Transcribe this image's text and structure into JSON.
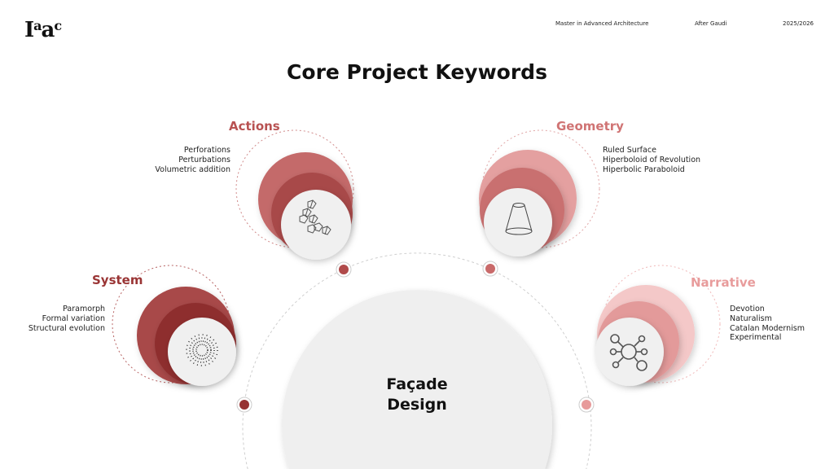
{
  "header": {
    "logo": "Iaac",
    "program": "Master in Advanced Architecture",
    "course": "After Gaudi",
    "year": "2025/2026"
  },
  "title": "Core Project Keywords",
  "center": {
    "line1": "Façade",
    "line2": "Design"
  },
  "keywords": [
    {
      "name": "Actions",
      "color": "#b85252",
      "items": [
        "Perforations",
        "Perturbations",
        "Volumetric addition"
      ],
      "icon": "modular-panels-icon"
    },
    {
      "name": "Geometry",
      "color": "#d07474",
      "items": [
        "Ruled Surface",
        "Hiperboloid of Revolution",
        "Hiperbolic Paraboloid"
      ],
      "icon": "hyperboloid-icon"
    },
    {
      "name": "System",
      "color": "#9a3535",
      "items": [
        "Paramorph",
        "Formal variation",
        "Structural evolution"
      ],
      "icon": "dotted-spiral-icon"
    },
    {
      "name": "Narrative",
      "color": "#e89c9c",
      "items": [
        "Devotion",
        "Naturalism",
        "Catalan Modernism",
        "Experimental"
      ],
      "icon": "network-nodes-icon"
    }
  ]
}
